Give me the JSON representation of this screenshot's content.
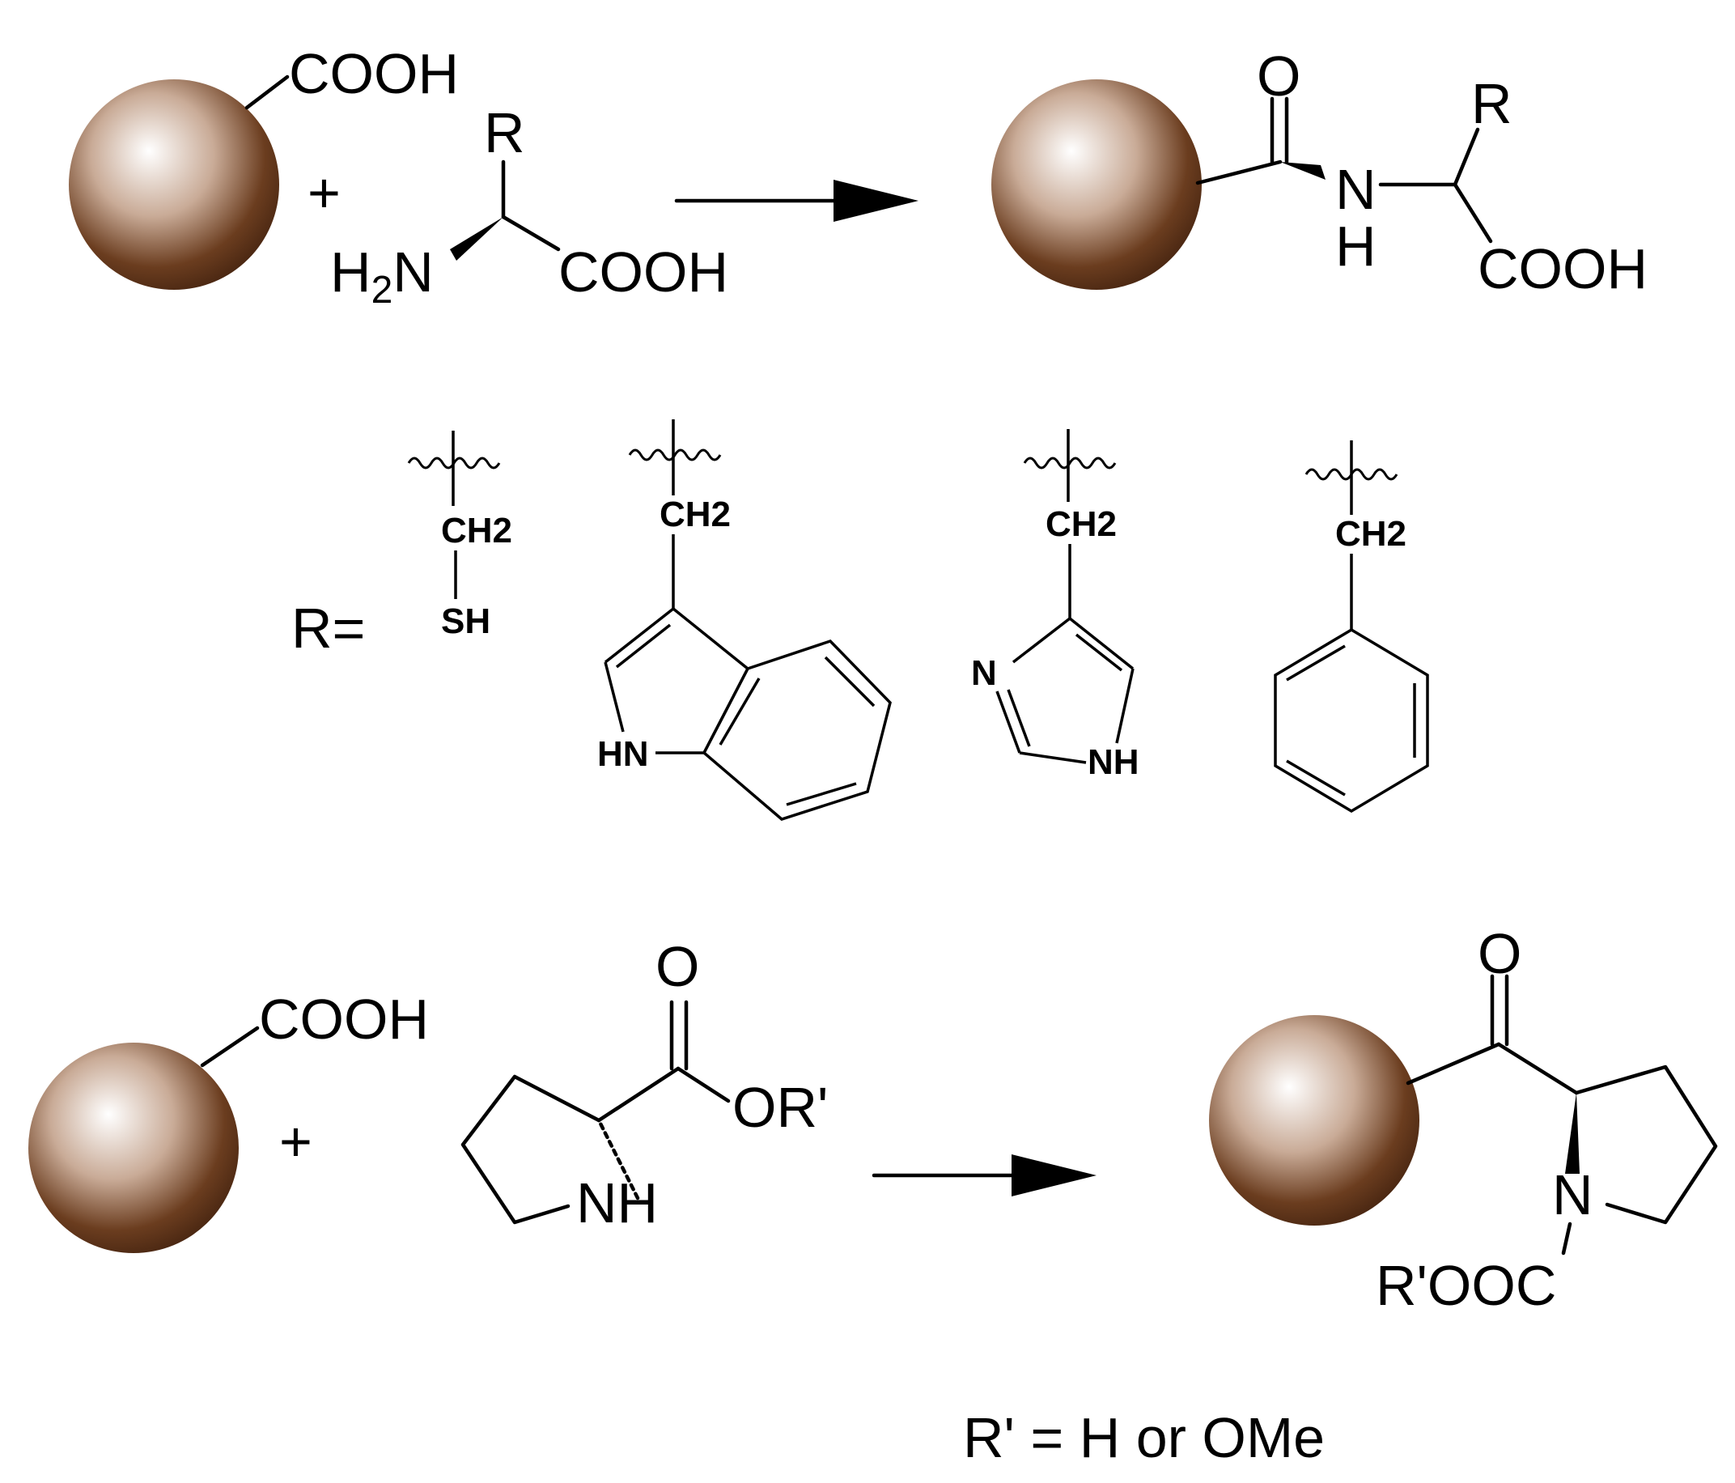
{
  "colors": {
    "bead_dark": "#4a2712",
    "bead_light": "#ffffff",
    "ink": "#000000",
    "background": "#ffffff"
  },
  "reaction1": {
    "bead_group": "COOH",
    "plus": "+",
    "amino_acid": {
      "r_label": "R",
      "amine_label": "H",
      "amine_sub": "2",
      "amine_n": "N",
      "acid_label": "COOH"
    },
    "product": {
      "carbonyl_o": "O",
      "amide_n": "N",
      "amide_h": "H",
      "r_label": "R",
      "acid_label": "COOH"
    }
  },
  "r_groups": {
    "label": "R=",
    "cys": {
      "ch2": "CH2",
      "sh": "SH"
    },
    "trp": {
      "ch2": "CH2",
      "hn": "HN"
    },
    "his": {
      "ch2": "CH2",
      "n": "N",
      "nh": "NH"
    },
    "phe": {
      "ch2": "CH2"
    }
  },
  "reaction2": {
    "bead_group": "COOH",
    "plus": "+",
    "proline": {
      "carbonyl_o": "O",
      "ester": "OR'",
      "nh": "NH"
    },
    "product": {
      "carbonyl_o": "O",
      "n": "N",
      "ester": "R'OOC"
    },
    "footnote": "R' = H or OMe"
  }
}
